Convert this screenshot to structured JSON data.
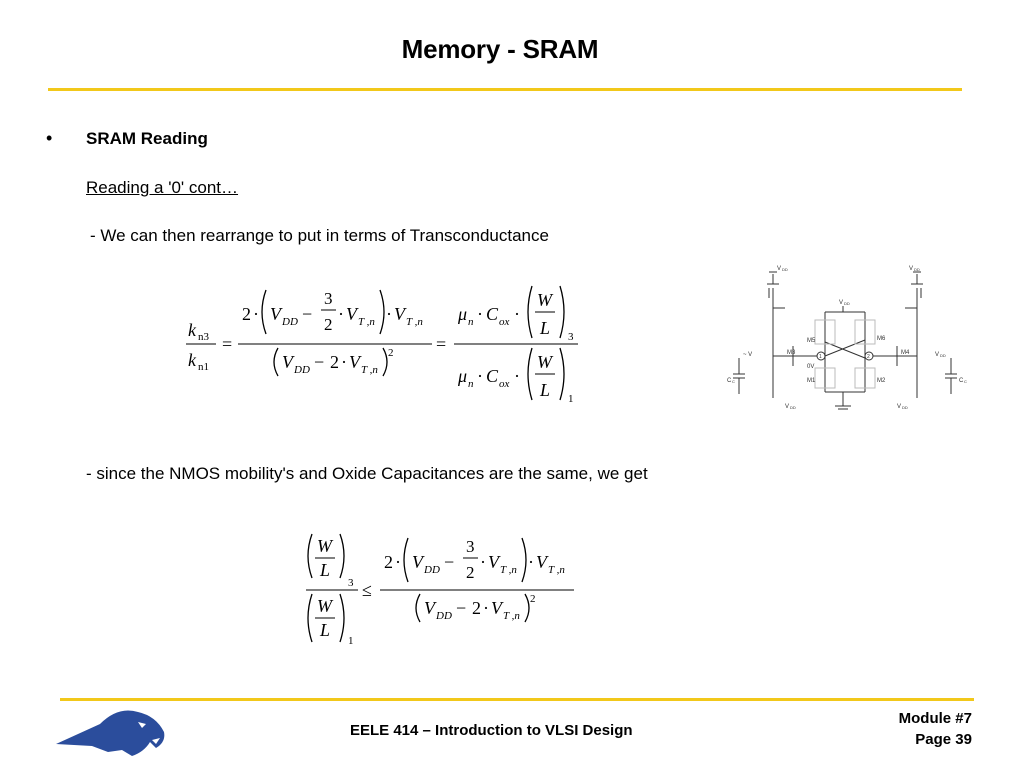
{
  "slide": {
    "title": "Memory - SRAM",
    "bullet": "•",
    "heading": "SRAM Reading",
    "subheading": "Reading a '0' cont…",
    "line1": " - We can then rearrange to put in terms of Transconductance",
    "line2": "- since the NMOS mobility's and Oxide Capacitances are the same, we get"
  },
  "equation1": {
    "lhs_num_sym": "k",
    "lhs_num_sub": "n3",
    "lhs_den_sym": "k",
    "lhs_den_sub": "n1",
    "eq_sign": "=",
    "two": "2",
    "vdd": "V",
    "dd_sub": "DD",
    "minus": "−",
    "three": "3",
    "frac_two": "2",
    "vt": "V",
    "tn_sub": "T ,n",
    "dot": "·",
    "exp": "2",
    "mu": "μ",
    "mu_sub": "n",
    "cox": "C",
    "cox_sub": "ox",
    "w": "W",
    "l": "L",
    "idx_top": "3",
    "idx_bot": "1"
  },
  "equation2": {
    "w": "W",
    "l": "L",
    "idx_top": "3",
    "idx_bot": "1",
    "le": "≤",
    "two": "2",
    "vdd": "V",
    "dd_sub": "DD",
    "minus": "−",
    "three": "3",
    "frac_two": "2",
    "vt": "V",
    "tn_sub": "T ,n",
    "dot": "·",
    "exp": "2"
  },
  "circuit": {
    "vdd": "V",
    "vdd_sub": "DD",
    "m1": "M1",
    "m2": "M2",
    "m3": "M3",
    "m4": "M4",
    "m5": "M5",
    "m6": "M6",
    "node1": "1",
    "node2": "2",
    "zero_v": "0V",
    "neg_vdd": "~ V",
    "cc": "C",
    "cc_sub": "C"
  },
  "footer": {
    "course": "EELE 414 – Introduction to VLSI Design",
    "module": "Module #7",
    "page": "Page 39"
  },
  "colors": {
    "rule": "#f2c81a",
    "logo": "#2b4d9c"
  }
}
